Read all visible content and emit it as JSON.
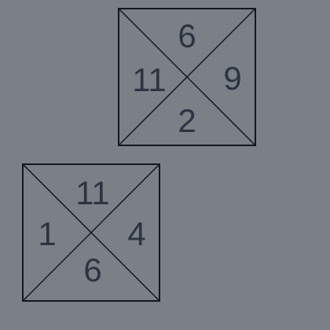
{
  "tiles": [
    {
      "top": "6",
      "left": "11",
      "right": "9",
      "bottom": "2"
    },
    {
      "top": "11",
      "left": "1",
      "right": "4",
      "bottom": "6"
    }
  ]
}
